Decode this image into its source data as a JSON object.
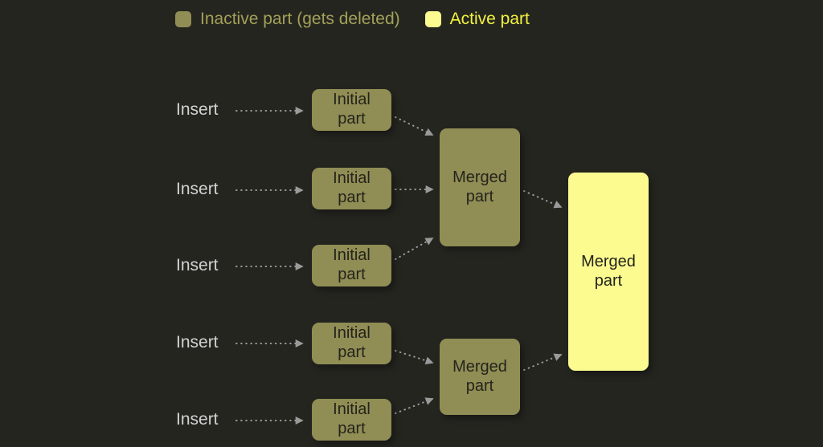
{
  "legend": {
    "inactive": {
      "label": "Inactive part (gets deleted)"
    },
    "active": {
      "label": "Active part"
    }
  },
  "inserts": [
    {
      "label": "Insert"
    },
    {
      "label": "Insert"
    },
    {
      "label": "Insert"
    },
    {
      "label": "Insert"
    },
    {
      "label": "Insert"
    }
  ],
  "boxes": {
    "initial_parts": [
      {
        "label": "Initial part"
      },
      {
        "label": "Initial part"
      },
      {
        "label": "Initial part"
      },
      {
        "label": "Initial part"
      },
      {
        "label": "Initial part"
      }
    ],
    "merged_top": {
      "label": "Merged part"
    },
    "merged_bottom": {
      "label": "Merged part"
    },
    "merged_active": {
      "label": "Merged part"
    }
  },
  "icons": {
    "inactive_swatch": "inactive-part-swatch-icon",
    "active_swatch": "active-part-swatch-icon",
    "arrow": "dotted-arrow-icon"
  },
  "colors": {
    "bg-color": "#252520",
    "inactive-color": "#908d55",
    "active-color": "#fbfb90",
    "inactive-text-color": "#a3a158",
    "active-text-color": "#f3f33f",
    "insert-text-color": "#d2d2d2",
    "box-text-color": "#24241c",
    "arrow-color": "#9a9a9a"
  }
}
